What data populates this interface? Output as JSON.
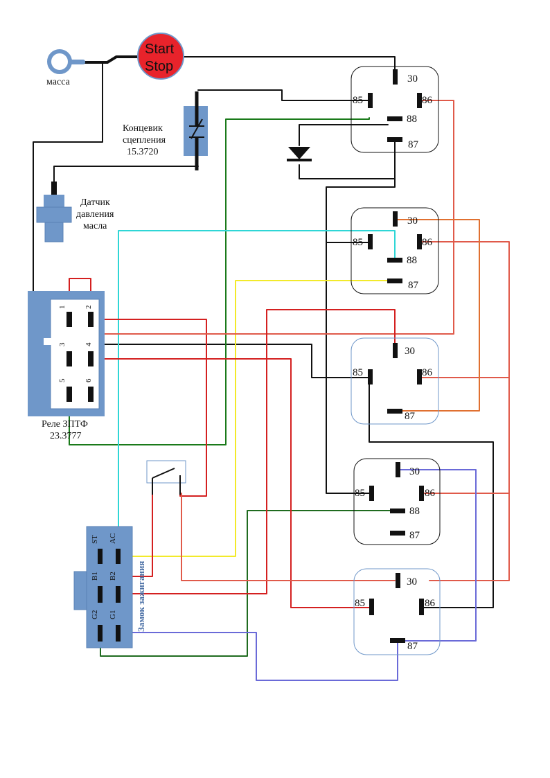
{
  "colors": {
    "black": "#111111",
    "green": "#1a7a1a",
    "dark_green": "#1f6b1f",
    "cyan": "#2fd6d6",
    "yellow": "#f2ea2a",
    "red": "#d42020",
    "salmon": "#e05a4a",
    "orange": "#e07030",
    "blue": "#6a6ad8",
    "component": "#6f97c9",
    "button": "#e8232b"
  },
  "ground": {
    "label": "масса"
  },
  "start_button": {
    "line1": "Start",
    "line2": "Stop"
  },
  "clutch_switch": {
    "line1": "Концевик",
    "line2": "сцепления",
    "line3": "15.3720"
  },
  "oil_sensor": {
    "line1": "Датчик",
    "line2": "давления",
    "line3": "масла"
  },
  "zptf_relay": {
    "line1": "Реле ЗПТФ",
    "line2": "23.3777",
    "pins": [
      "1",
      "2",
      "3",
      "4",
      "5",
      "6"
    ]
  },
  "ignition": {
    "title": "Замок зажигания",
    "pins": [
      "ST",
      "AC",
      "B1",
      "B2",
      "G2",
      "G1"
    ]
  },
  "relays": [
    {
      "p30": "30",
      "p85": "85",
      "p86": "86",
      "p88": "88",
      "p87": "87"
    },
    {
      "p30": "30",
      "p85": "85",
      "p86": "86",
      "p88": "88",
      "p87": "87"
    },
    {
      "p30": "30",
      "p85": "85",
      "p86": "86",
      "p87": "87"
    },
    {
      "p30": "30",
      "p85": "85",
      "p86": "86",
      "p88": "88",
      "p87": "87"
    },
    {
      "p30": "30",
      "p85": "85",
      "p86": "86",
      "p87": "87"
    }
  ]
}
